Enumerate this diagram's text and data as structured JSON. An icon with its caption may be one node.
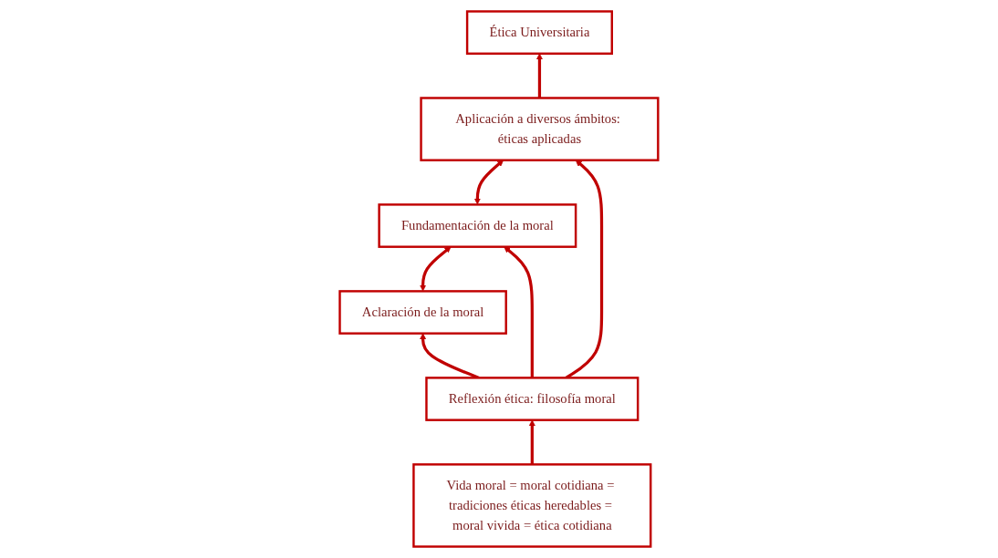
{
  "diagram": {
    "nodes": [
      {
        "text": [
          "Ética Universitaria"
        ]
      },
      {
        "text": [
          "Aclaración de la moral"
        ]
      },
      {
        "text": [
          "Fundamentación de la moral"
        ]
      },
      {
        "text": [
          "Aplicación a diversos ámbitos: éticas aplicadas"
        ]
      },
      {
        "text": [
          "Reflexión ética: filosofía moral"
        ]
      },
      {
        "text": [
          "Vida moral = moral cotidiana = tradiciones éticas heredables = moral vivida = ética cotidiana"
        ]
      }
    ],
    "edges": [
      {
        "from": 3,
        "to": 0,
        "arrow": "to"
      },
      {
        "from": 1,
        "to": 2,
        "arrow": "both"
      },
      {
        "from": 2,
        "to": 3,
        "arrow": "both"
      },
      {
        "from": 4,
        "to": 1,
        "arrow": "to"
      },
      {
        "from": 4,
        "to": 2,
        "arrow": "to"
      },
      {
        "from": 4,
        "to": 3,
        "arrow": "to"
      },
      {
        "from": 5,
        "to": 4,
        "arrow": "to"
      }
    ]
  }
}
